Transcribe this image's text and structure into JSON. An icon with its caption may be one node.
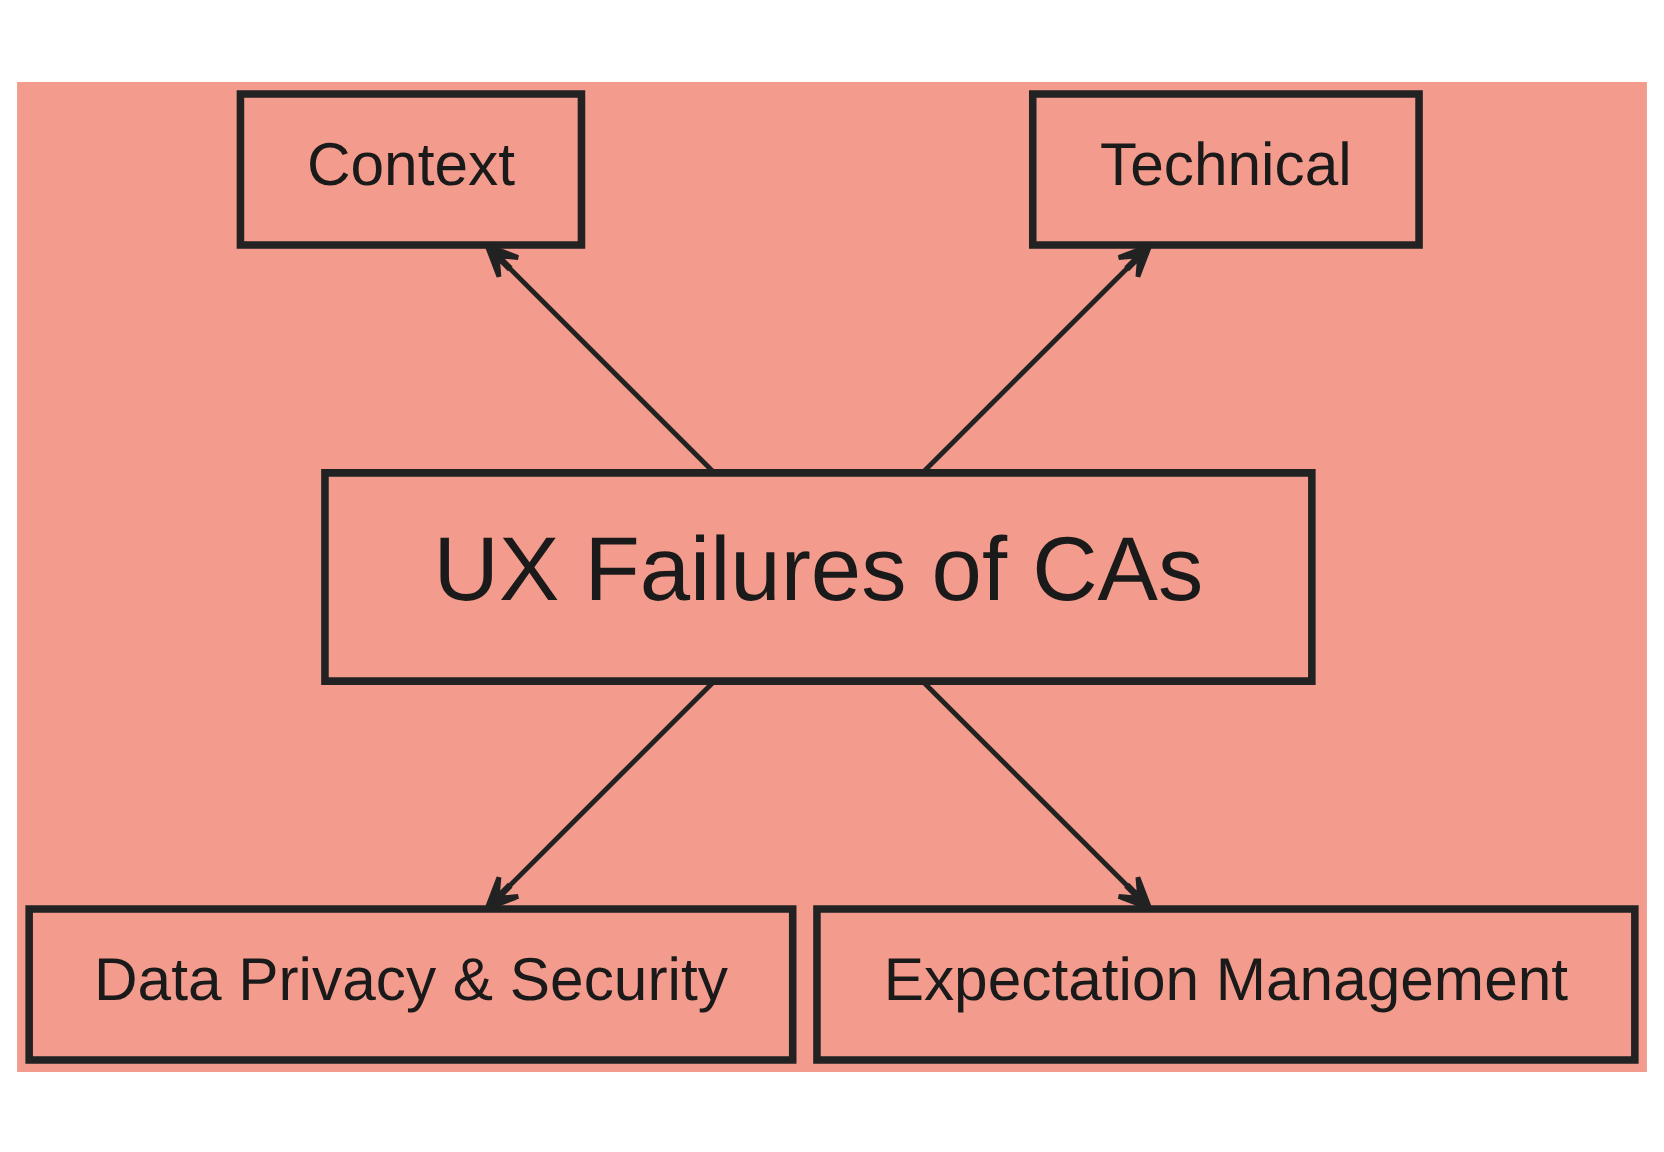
{
  "diagram": {
    "nodes": [
      {
        "text": [
          "Technical"
        ]
      },
      {
        "text": [
          "Context"
        ]
      },
      {
        "text": [
          "UX Failures of CAs"
        ]
      },
      {
        "text": [
          "Data Privacy & Security"
        ]
      },
      {
        "text": [
          "Expectation Management"
        ]
      }
    ],
    "edges": [
      {
        "from": 2,
        "to": 0,
        "arrow": "to"
      },
      {
        "from": 2,
        "to": 1,
        "arrow": "to"
      },
      {
        "from": 2,
        "to": 3,
        "arrow": "to"
      },
      {
        "from": 2,
        "to": 4,
        "arrow": "to"
      }
    ]
  }
}
